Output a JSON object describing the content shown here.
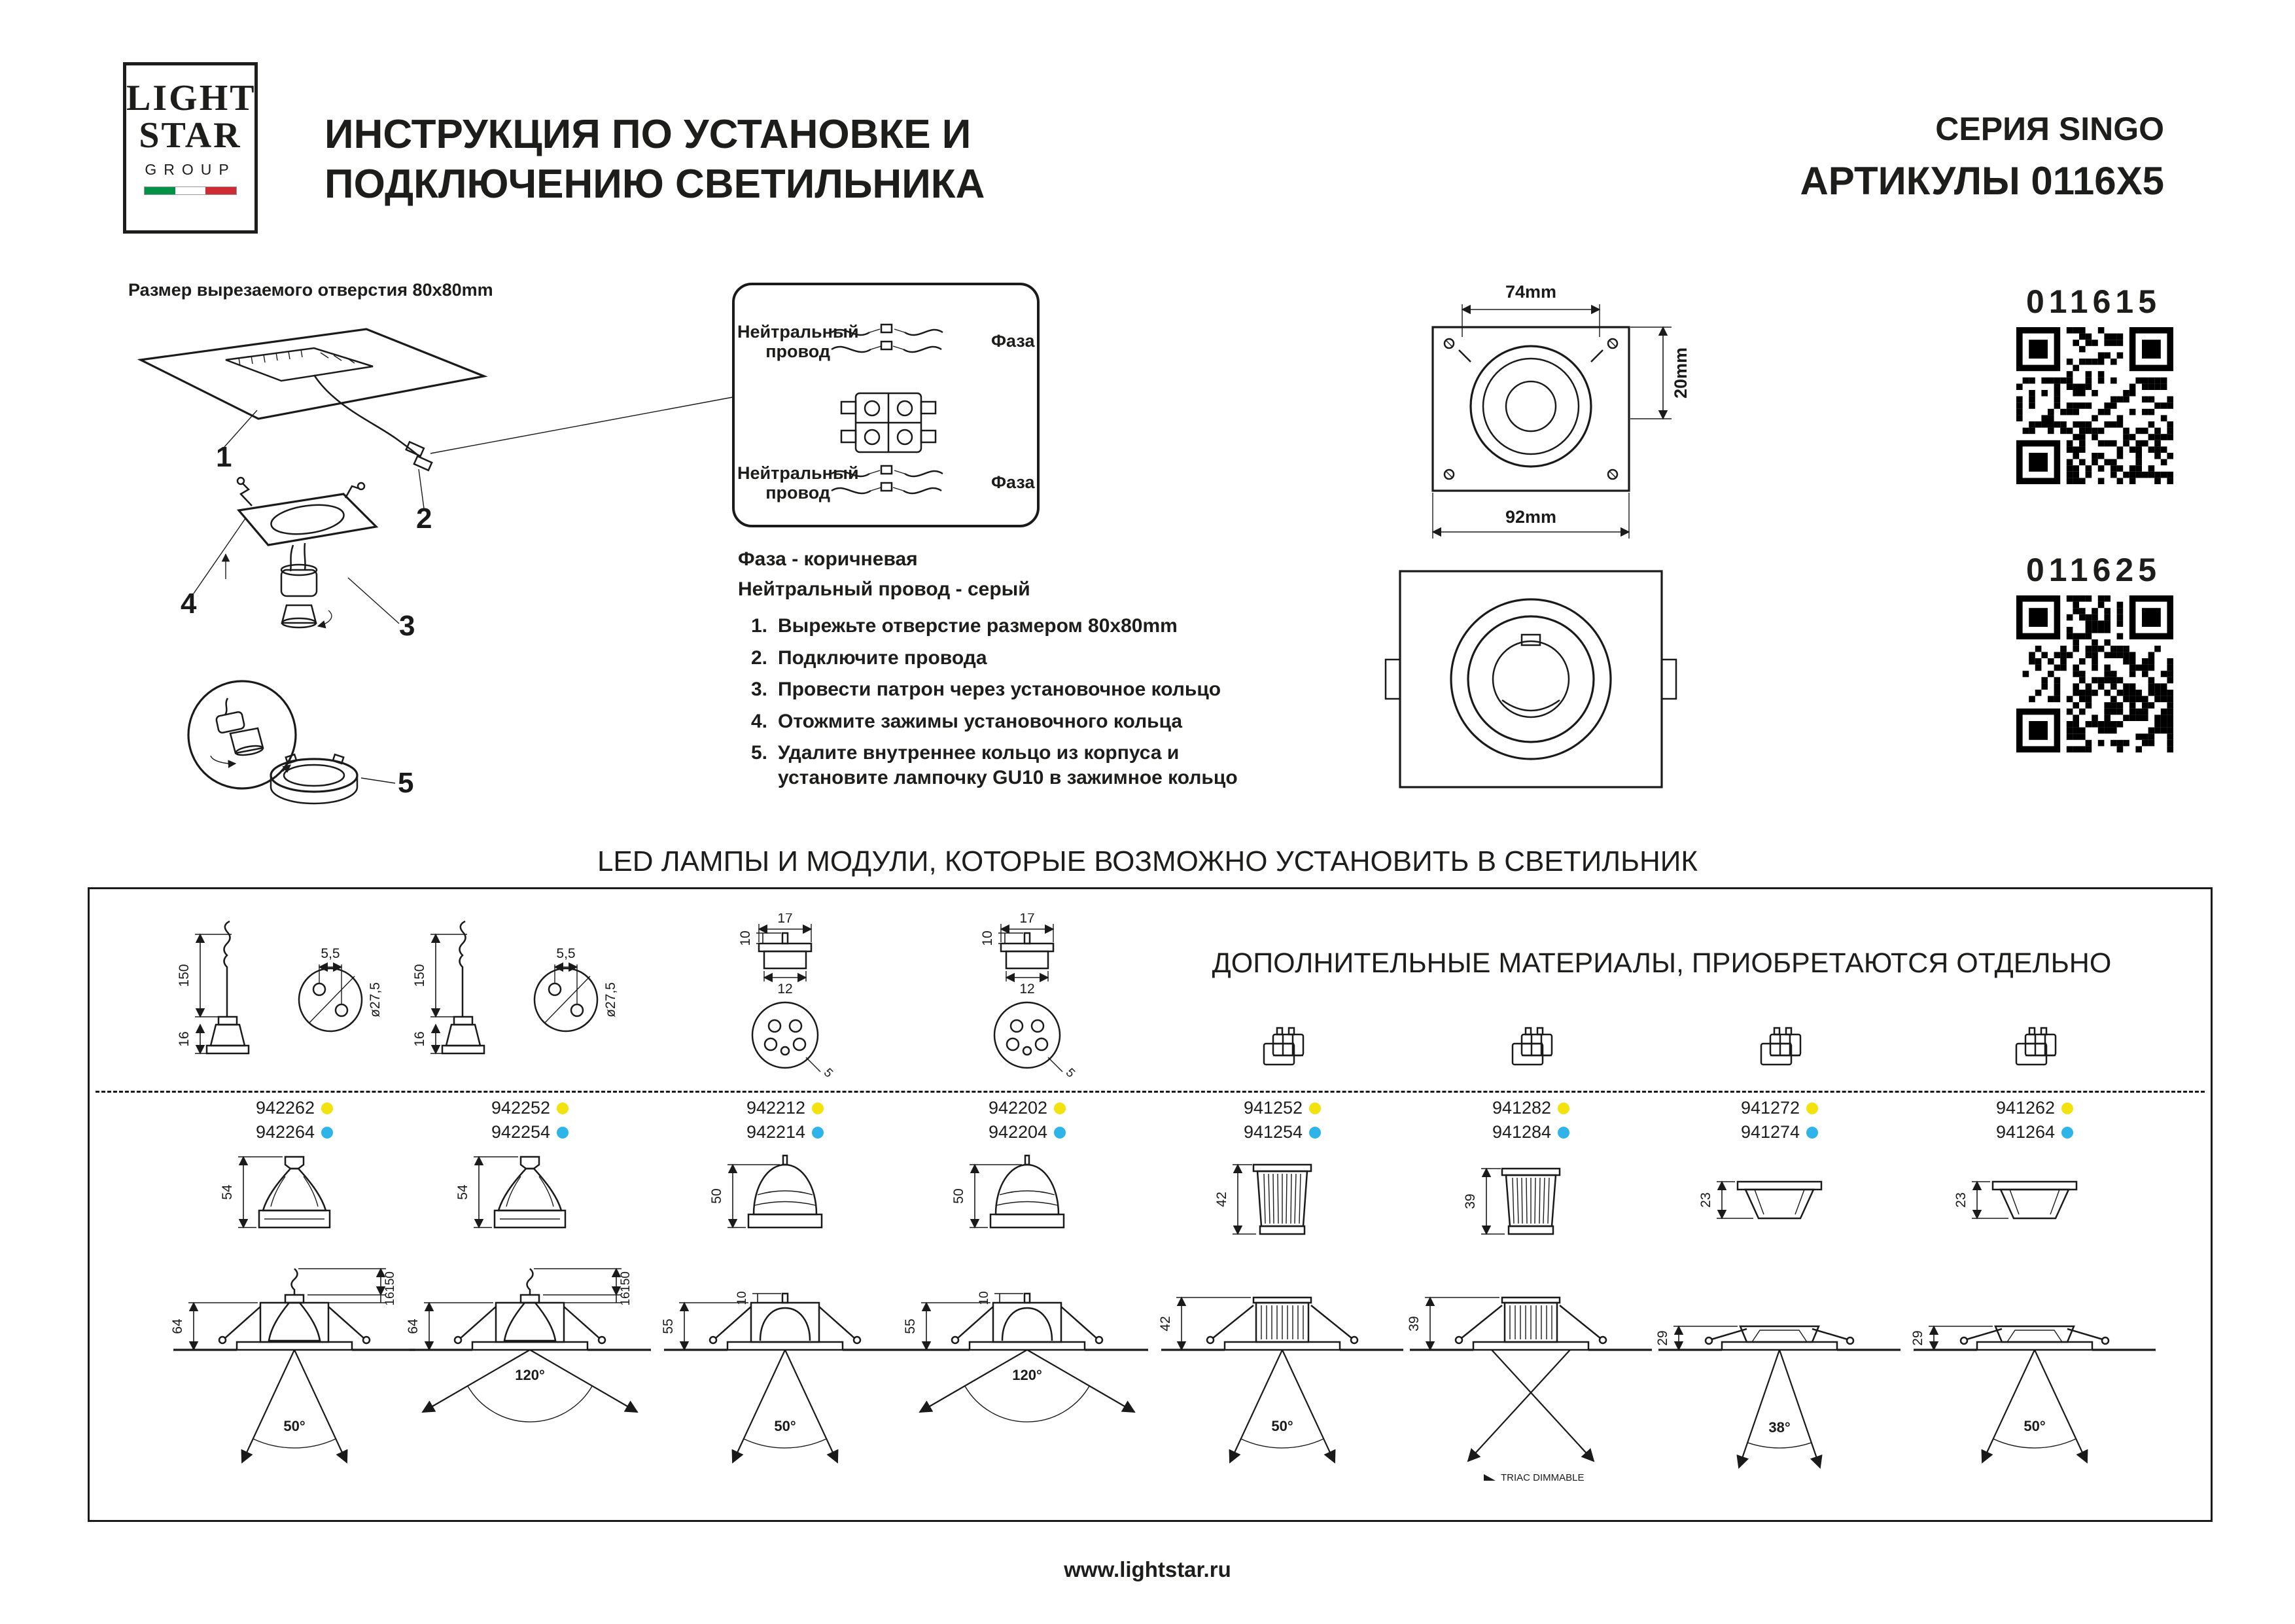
{
  "colors": {
    "line": "#1a1a1a"
  },
  "header": {
    "logo_light": "LIGHT",
    "logo_star": "STAR",
    "logo_group": "GROUP",
    "title1": "ИНСТРУКЦИЯ ПО УСТАНОВКЕ И",
    "title2": "ПОДКЛЮЧЕНИЮ СВЕТИЛЬНИКА",
    "series": "СЕРИЯ SINGO",
    "articles": "АРТИКУЛЫ 0116X5"
  },
  "install": {
    "hole_note": "Размер вырезаемого отверстия 80x80mm",
    "callouts": [
      "1",
      "2",
      "3",
      "4",
      "5"
    ],
    "wiring": {
      "neutral": "Нейтральный провод",
      "phase": "Фаза",
      "phase_note": "Фаза - коричневая",
      "neutral_note": "Нейтральный провод - серый"
    },
    "steps": [
      {
        "n": "1.",
        "t": "Вырежьте отверстие размером 80x80mm"
      },
      {
        "n": "2.",
        "t": "Подключите провода"
      },
      {
        "n": "3.",
        "t": "Провести патрон через установочное кольцо"
      },
      {
        "n": "4.",
        "t": "Отожмите зажимы установочного кольца"
      },
      {
        "n": "5.",
        "t": "Удалите внутреннее кольцо из корпуса и установите лампочку GU10 в зажимное кольцо"
      }
    ],
    "dims": {
      "w_inner": "74mm",
      "depth": "20mm",
      "w_outer": "92mm"
    }
  },
  "products": [
    {
      "code": "011615"
    },
    {
      "code": "011625"
    }
  ],
  "lamps": {
    "section_title": "LED ЛАМПЫ И МОДУЛИ, КОТОРЫЕ ВОЗМОЖНО УСТАНОВИТЬ В СВЕТИЛЬНИК",
    "additional_title": "ДОПОЛНИТЕЛЬНЫЕ МАТЕРИАЛЫ, ПРИОБРЕТАЮТСЯ ОТДЕЛЬНО",
    "dot_warm": "#F2E30E",
    "dot_cool": "#2FB4E9",
    "columns": [
      {
        "code_warm": "942262",
        "code_cool": "942264",
        "top": {
          "d1": "150",
          "d2": "16",
          "d3": "5,5",
          "d4": "ø27,5"
        },
        "lamp_h": "54",
        "inst": {
          "h": "64",
          "d1": "150",
          "d2": "16"
        },
        "angle": "50°"
      },
      {
        "code_warm": "942252",
        "code_cool": "942254",
        "top": {
          "d1": "150",
          "d2": "16",
          "d3": "5,5",
          "d4": "ø27,5"
        },
        "lamp_h": "54",
        "inst": {
          "h": "64",
          "d1": "150",
          "d2": "16"
        },
        "angle": "120°"
      },
      {
        "code_warm": "942212",
        "code_cool": "942214",
        "top": {
          "d1": "10",
          "d2": "17",
          "d3": "12",
          "d4": "5"
        },
        "lamp_h": "50",
        "inst": {
          "h": "55",
          "d1": "10"
        },
        "angle": "50°"
      },
      {
        "code_warm": "942202",
        "code_cool": "942204",
        "top": {
          "d1": "10",
          "d2": "17",
          "d3": "12",
          "d4": "5"
        },
        "lamp_h": "50",
        "inst": {
          "h": "55",
          "d1": "10"
        },
        "angle": "120°"
      },
      {
        "code_warm": "941252",
        "code_cool": "941254",
        "lamp_h": "42",
        "inst": {
          "h": "42"
        },
        "angle": "50°"
      },
      {
        "code_warm": "941282",
        "code_cool": "941284",
        "lamp_h": "39",
        "inst": {
          "h": "39"
        },
        "angle": "",
        "note": "TRIAC DIMMABLE"
      },
      {
        "code_warm": "941272",
        "code_cool": "941274",
        "lamp_h": "23",
        "inst": {
          "h": "29"
        },
        "angle": "38°"
      },
      {
        "code_warm": "941262",
        "code_cool": "941264",
        "lamp_h": "23",
        "inst": {
          "h": "29"
        },
        "angle": "50°"
      }
    ]
  },
  "footer": {
    "url": "www.lightstar.ru"
  }
}
